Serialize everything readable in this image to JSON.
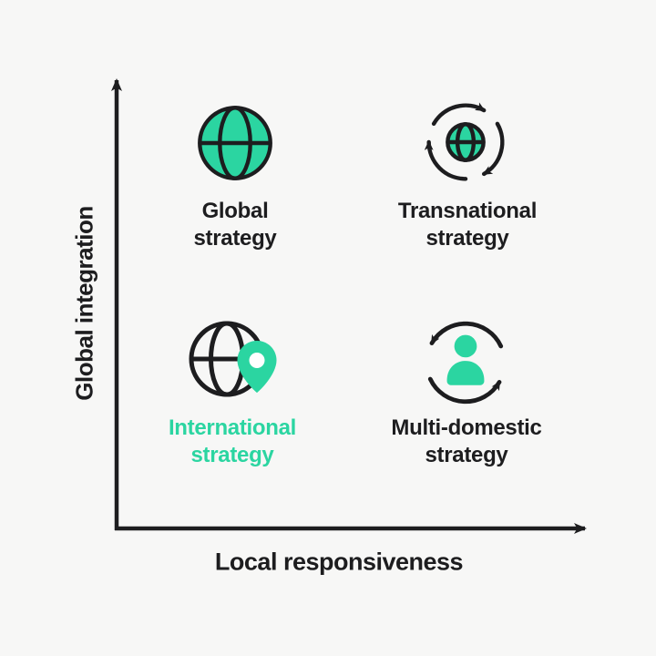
{
  "axes": {
    "y_label": "Global integration",
    "x_label": "Local responsiveness"
  },
  "quadrants": [
    {
      "position": "top-left",
      "label_lines": [
        "Global",
        "strategy"
      ],
      "icon": "globe-icon"
    },
    {
      "position": "top-right",
      "label_lines": [
        "Transnational",
        "strategy"
      ],
      "icon": "globe-cycle-arrows-icon"
    },
    {
      "position": "bottom-left",
      "label_lines": [
        "International",
        "strategy"
      ],
      "icon": "globe-location-pin-icon",
      "highlighted": true
    },
    {
      "position": "bottom-right",
      "label_lines": [
        "Multi-domestic",
        "strategy"
      ],
      "icon": "person-cycle-arrows-icon"
    }
  ],
  "colors": {
    "accent_green": "#2BD5A1",
    "ink": "#1D1D1F",
    "background": "#F7F7F6",
    "pin_hole": "#FFFFFF"
  }
}
